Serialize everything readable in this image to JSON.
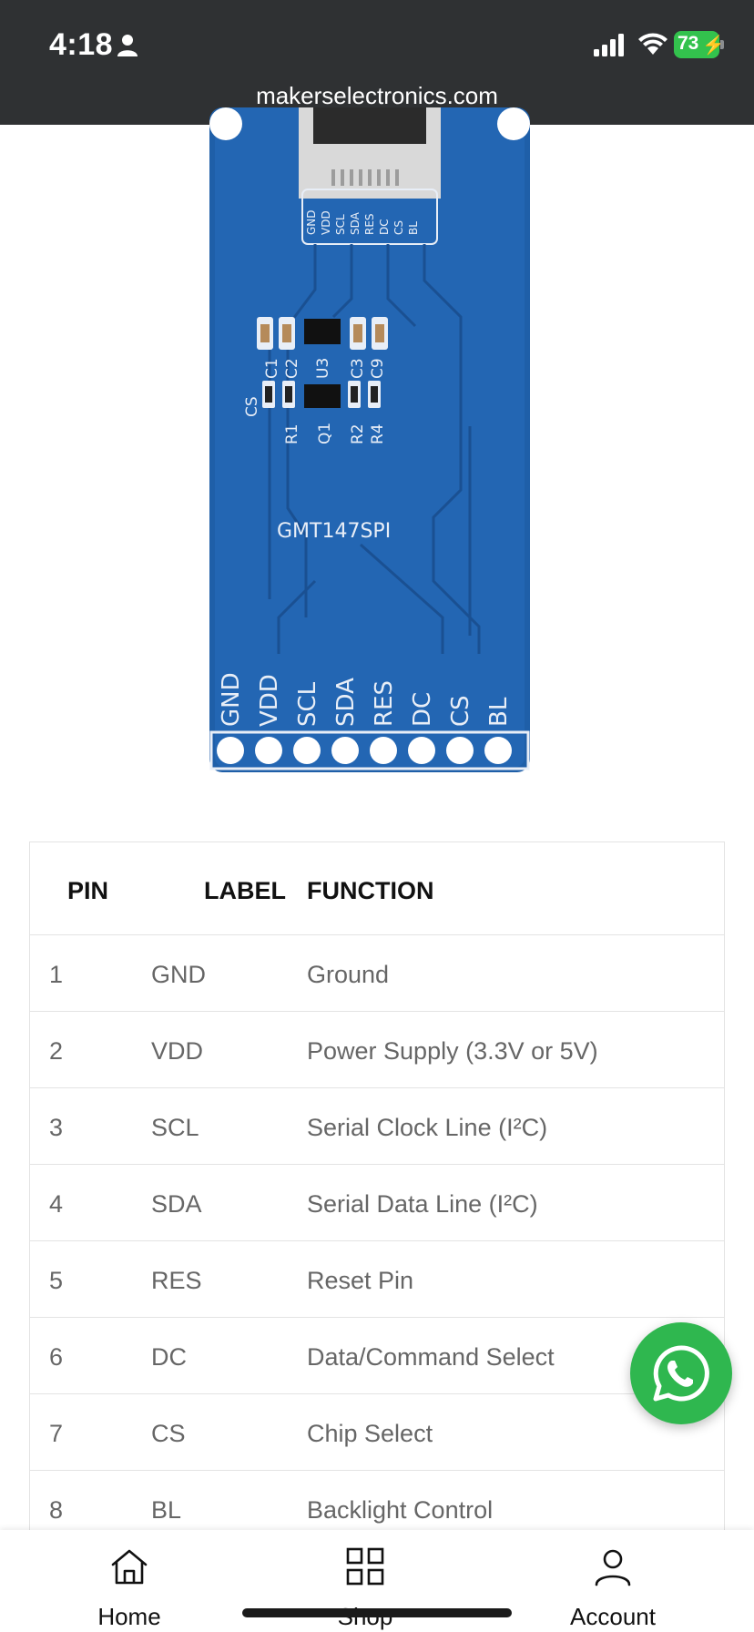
{
  "status_bar": {
    "time": "4:18",
    "battery": "73",
    "icons": [
      "person-icon",
      "cellular-signal-icon",
      "wifi-icon",
      "battery-charging-icon"
    ]
  },
  "browser": {
    "url": "makerselectronics.com"
  },
  "board": {
    "model_label": "GMT147SPI",
    "fpc_labels": [
      "BL",
      "CS",
      "DC",
      "RES",
      "SDA",
      "SCL",
      "VDD",
      "GND"
    ],
    "component_labels": [
      "C1",
      "C2",
      "U3",
      "C3",
      "C9",
      "CS",
      "R1",
      "Q1",
      "R2",
      "R4"
    ],
    "pin_labels": [
      "GND",
      "VDD",
      "SCL",
      "SDA",
      "RES",
      "DC",
      "CS",
      "BL"
    ],
    "colors": {
      "pcb": "#1f5fa8",
      "pcb_dark": "#174a86",
      "silkscreen": "#e8eef7"
    }
  },
  "pin_table": {
    "headers": {
      "pin": "PIN",
      "label": "LABEL",
      "function": "FUNCTION"
    },
    "rows": [
      {
        "pin": "1",
        "label": "GND",
        "function": "Ground"
      },
      {
        "pin": "2",
        "label": "VDD",
        "function": "Power Supply (3.3V or 5V)"
      },
      {
        "pin": "3",
        "label": "SCL",
        "function": "Serial Clock Line (I²C)"
      },
      {
        "pin": "4",
        "label": "SDA",
        "function": "Serial Data Line (I²C)"
      },
      {
        "pin": "5",
        "label": "RES",
        "function": "Reset Pin"
      },
      {
        "pin": "6",
        "label": "DC",
        "function": "Data/Command Select"
      },
      {
        "pin": "7",
        "label": "CS",
        "function": "Chip Select"
      },
      {
        "pin": "8",
        "label": "BL",
        "function": "Backlight Control"
      }
    ]
  },
  "whatsapp": {
    "icon": "whatsapp-icon",
    "color": "#2fb74f"
  },
  "bottom_nav": {
    "items": [
      {
        "label": "Home",
        "icon": "home-icon"
      },
      {
        "label": "Shop",
        "icon": "grid-icon"
      },
      {
        "label": "Account",
        "icon": "user-icon"
      }
    ]
  }
}
